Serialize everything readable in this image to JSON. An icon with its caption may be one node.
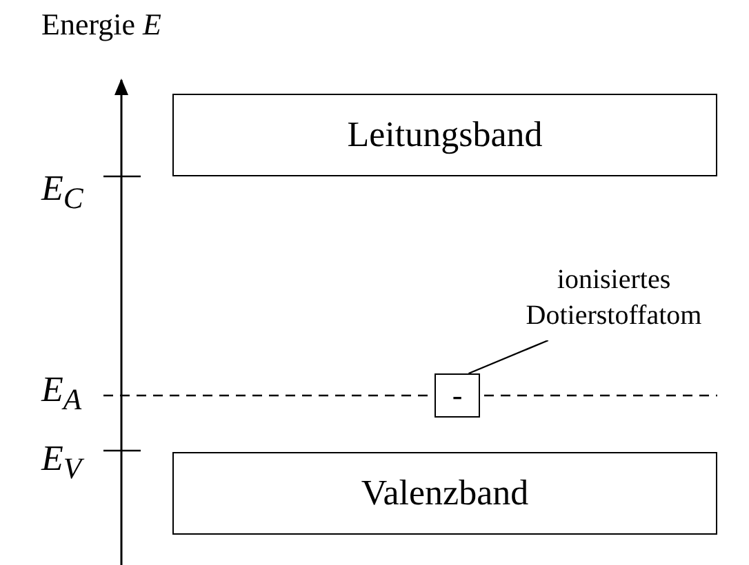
{
  "diagram": {
    "nodes": [
      {
        "text": [
          "Leitungsband"
        ]
      },
      {
        "text": [
          "Valenzband"
        ]
      },
      {
        "text": [
          "ionisiertes Dotierstoffatom"
        ]
      },
      {
        "text": [
          "-"
        ]
      }
    ],
    "edges": [
      {
        "from": 2,
        "to": 3,
        "arrow": "none"
      }
    ],
    "labels": [
      "Energie *E*",
      "E$_{C}$",
      "E$_{A}$",
      "E$_{V}$"
    ]
  }
}
